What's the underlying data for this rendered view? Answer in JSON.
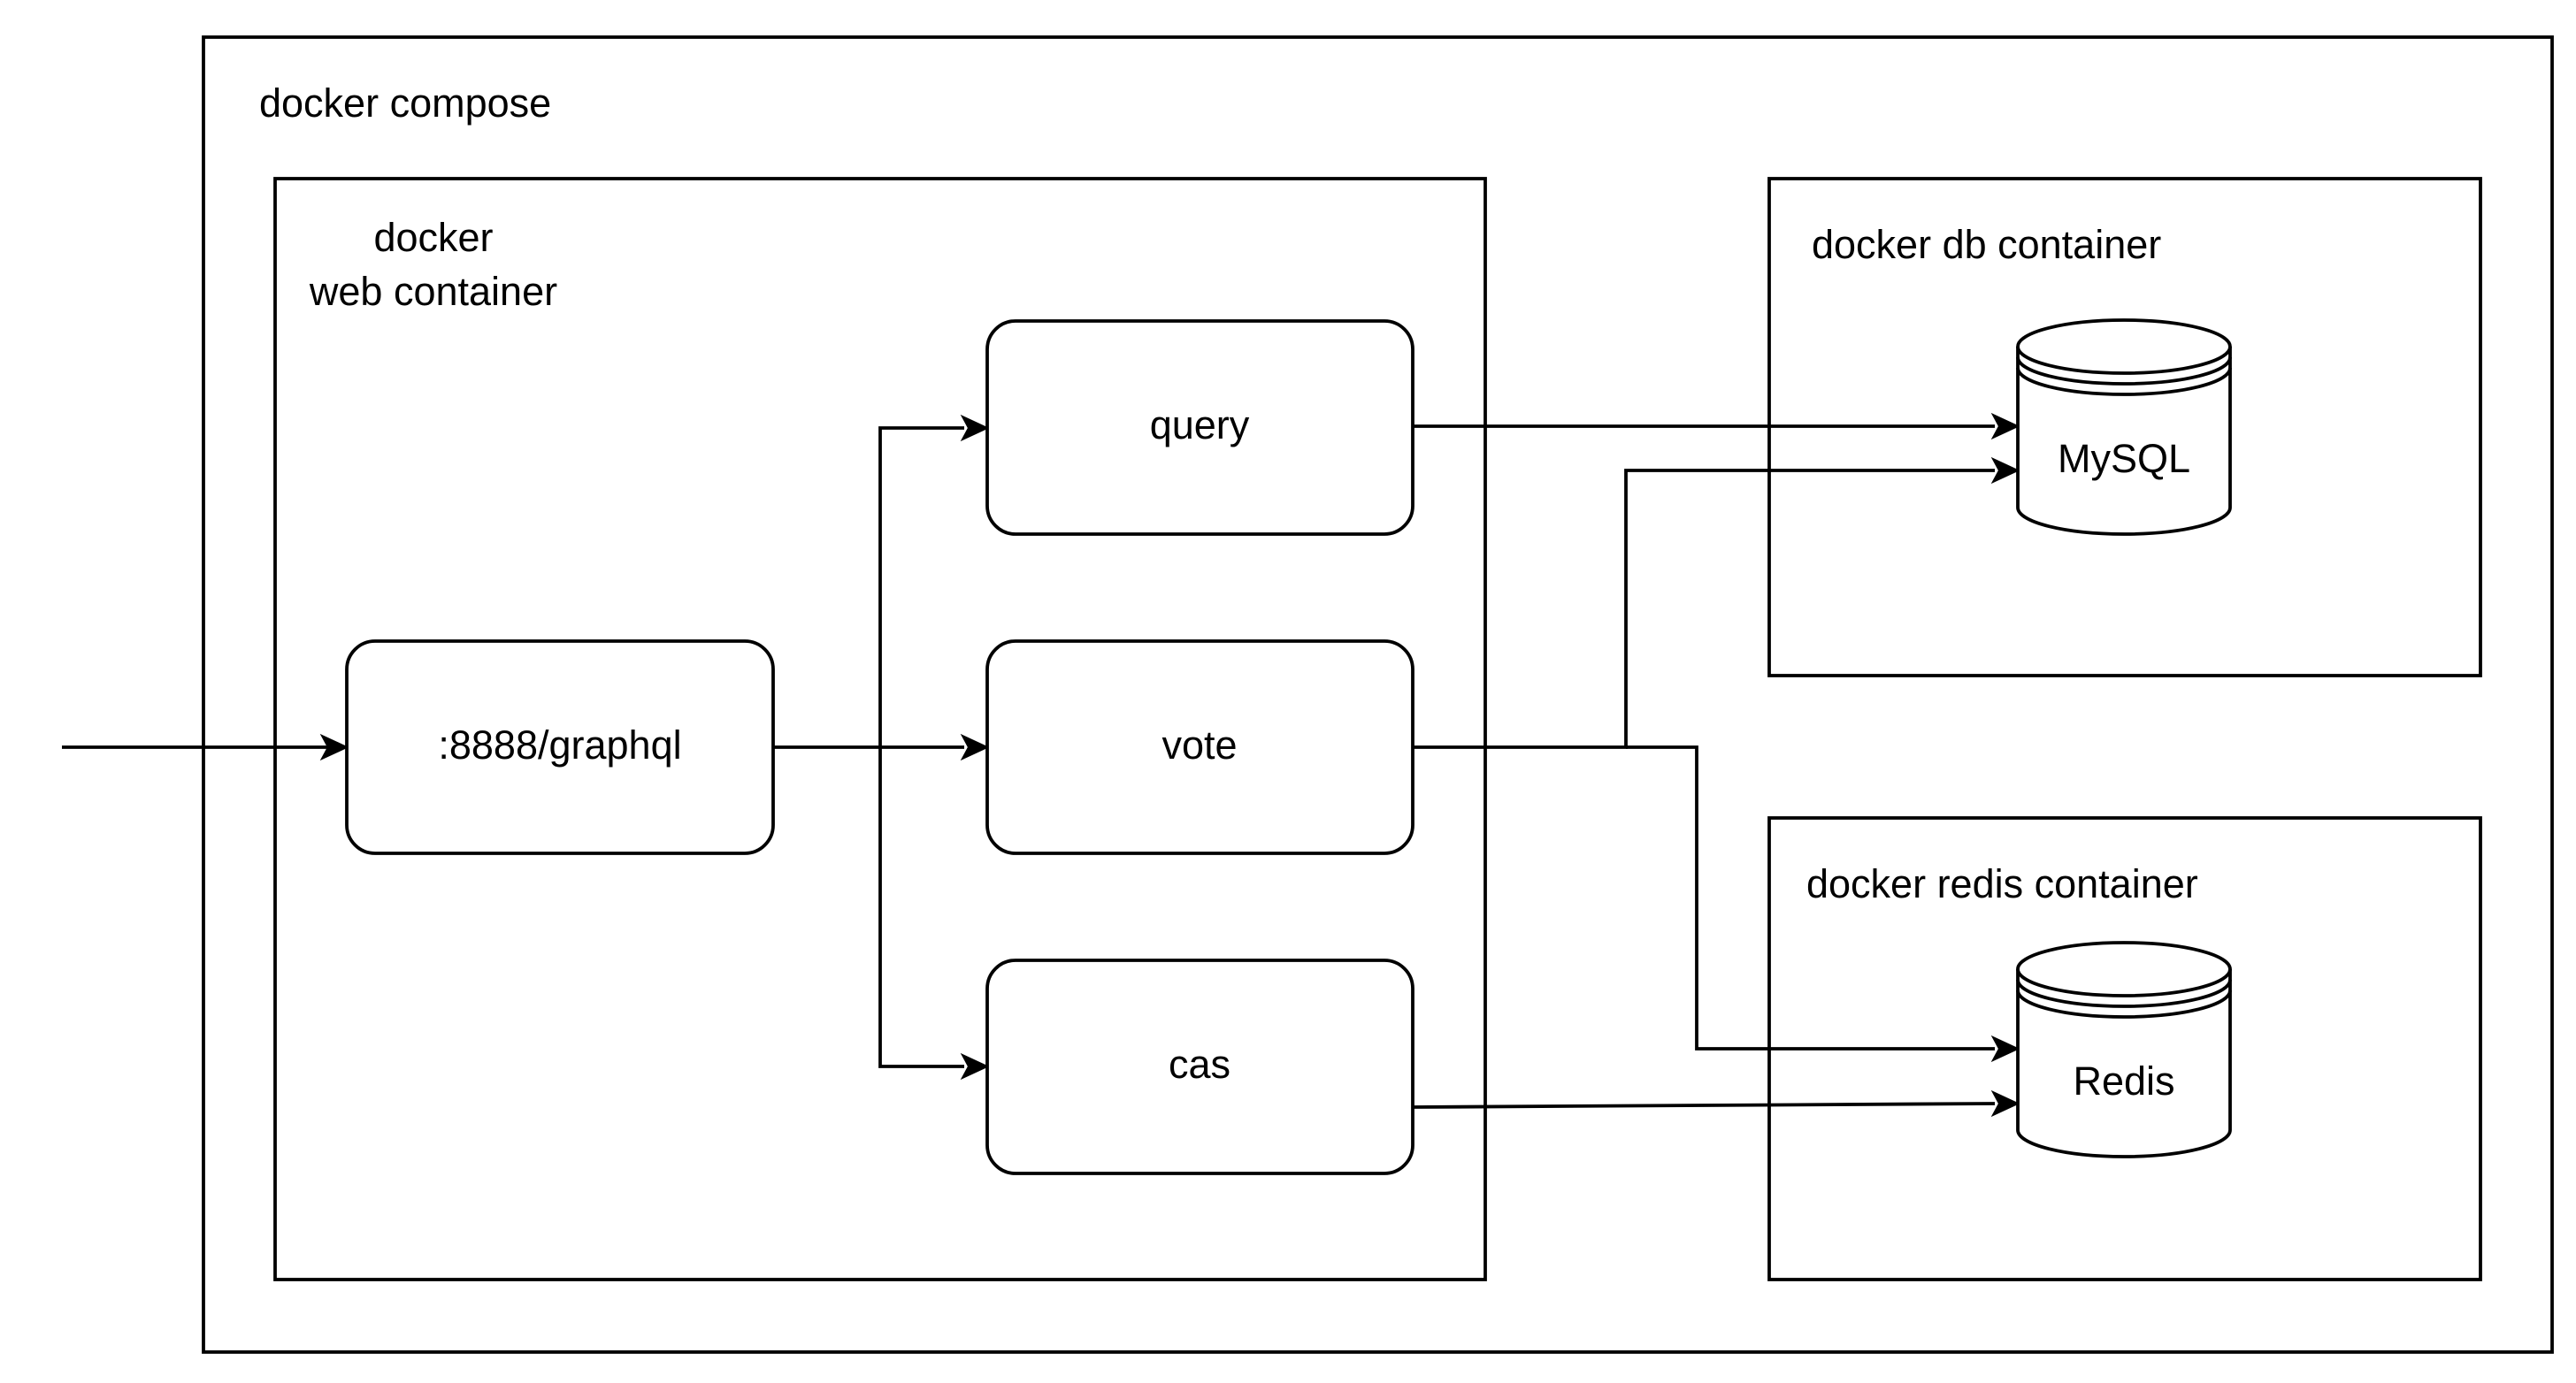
{
  "containers": {
    "compose": {
      "label": "docker compose"
    },
    "web": {
      "label_line1": "docker",
      "label_line2": "web container"
    },
    "db": {
      "label": "docker db container"
    },
    "redis": {
      "label": "docker redis container"
    }
  },
  "nodes": {
    "graphql": {
      "label": ":8888/graphql"
    },
    "query": {
      "label": "query"
    },
    "vote": {
      "label": "vote"
    },
    "cas": {
      "label": "cas"
    },
    "mysql": {
      "label": "MySQL"
    },
    "redis_db": {
      "label": "Redis"
    }
  },
  "edges": [
    {
      "from": "client",
      "to": "graphql"
    },
    {
      "from": "graphql",
      "to": "query"
    },
    {
      "from": "graphql",
      "to": "vote"
    },
    {
      "from": "graphql",
      "to": "cas"
    },
    {
      "from": "query",
      "to": "mysql"
    },
    {
      "from": "vote",
      "to": "mysql"
    },
    {
      "from": "vote",
      "to": "redis_db"
    },
    {
      "from": "cas",
      "to": "redis_db"
    }
  ],
  "colors": {
    "stroke": "#000000",
    "fill": "#ffffff"
  }
}
